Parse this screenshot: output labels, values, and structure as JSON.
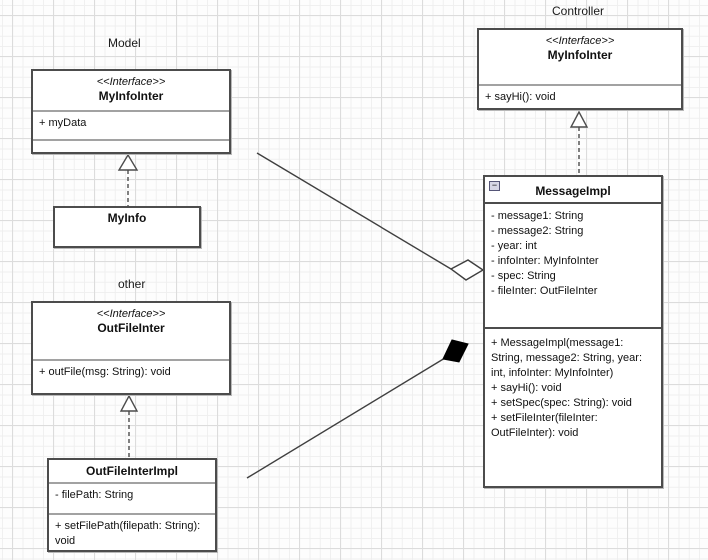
{
  "diagram": {
    "package_labels": {
      "model": "Model",
      "other": "other",
      "controller": "Controller"
    },
    "classes": {
      "model_myinfointer": {
        "stereotype": "<<Interface>>",
        "name": "MyInfoInter",
        "attributes": [
          "+ myData"
        ]
      },
      "myinfo": {
        "name": "MyInfo"
      },
      "outfileinter": {
        "stereotype": "<<Interface>>",
        "name": "OutFileInter",
        "methods": [
          "+ outFile(msg: String): void"
        ]
      },
      "outfileinterimpl": {
        "name": "OutFileInterImpl",
        "attributes": [
          "- filePath: String"
        ],
        "methods": [
          "+ setFilePath(filepath: String): void"
        ]
      },
      "controller_myinfointer": {
        "stereotype": "<<Interface>>",
        "name": "MyInfoInter",
        "methods": [
          "+ sayHi(): void"
        ]
      },
      "messageimpl": {
        "name": "MessageImpl",
        "collapse_icon": "−",
        "attributes": [
          "- message1: String",
          "- message2: String",
          "- year: int",
          "- infoInter: MyInfoInter",
          "- spec: String",
          "- fileInter: OutFileInter"
        ],
        "methods": [
          "+ MessageImpl(message1: String, message2: String, year: int, infoInter: MyInfoInter)",
          "+ sayHi(): void",
          "+ setSpec(spec: String): void",
          "+ setFileInter(fileInter: OutFileInter): void"
        ]
      }
    },
    "relationships": [
      {
        "type": "realization",
        "from": "MyInfo",
        "to": "MyInfoInter (Model)"
      },
      {
        "type": "realization",
        "from": "OutFileInterImpl",
        "to": "OutFileInter"
      },
      {
        "type": "realization",
        "from": "MessageImpl",
        "to": "MyInfoInter (Controller)"
      },
      {
        "type": "aggregation",
        "from": "MessageImpl",
        "to": "MyInfoInter (Model)"
      },
      {
        "type": "composition",
        "from": "MessageImpl",
        "to": "OutFileInterImpl"
      }
    ]
  }
}
